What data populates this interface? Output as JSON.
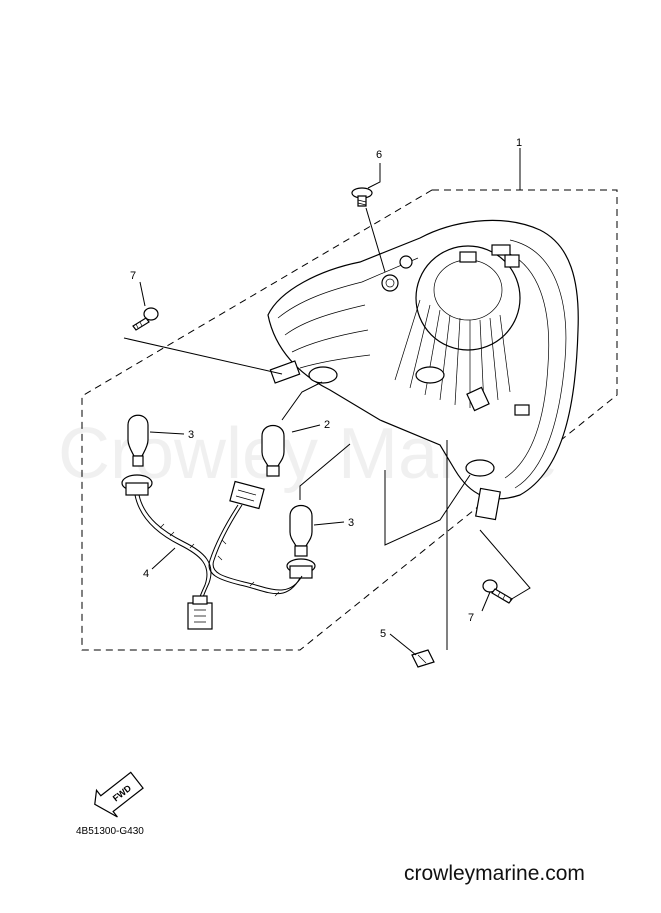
{
  "callouts": {
    "c1": "1",
    "c2": "2",
    "c3a": "3",
    "c3b": "3",
    "c4": "4",
    "c5": "5",
    "c6": "6",
    "c7a": "7",
    "c7b": "7"
  },
  "fwd_label": "FWD",
  "diagram_ref": "4B51300-G430",
  "watermark": "Crowley Marine",
  "site_url": "crowleymarine.com"
}
